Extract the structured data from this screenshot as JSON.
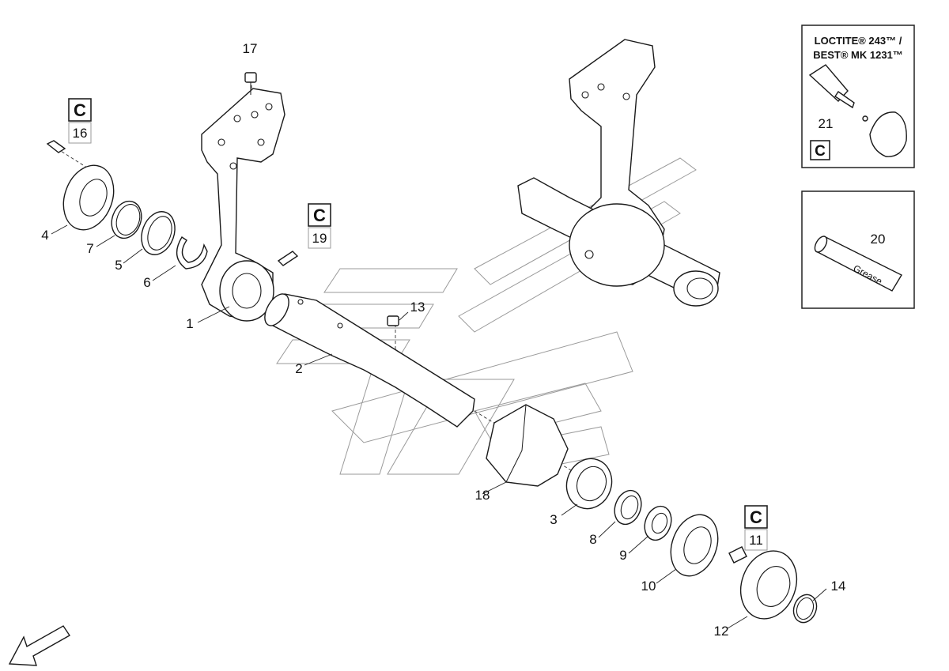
{
  "callouts": [
    "1",
    "2",
    "3",
    "4",
    "5",
    "6",
    "7",
    "8",
    "9",
    "10",
    "11",
    "12",
    "13",
    "14",
    "16",
    "17",
    "18",
    "19",
    "20",
    "21"
  ],
  "c_marker": "C",
  "loctite_panel": {
    "line1": "LOCTITE® 243™ /",
    "line2": "BEST® MK 1231™",
    "item": "21",
    "marker": "C"
  },
  "grease_panel": {
    "item": "20",
    "label": "Grease"
  },
  "boxed_callouts": [
    "16",
    "19",
    "11"
  ]
}
